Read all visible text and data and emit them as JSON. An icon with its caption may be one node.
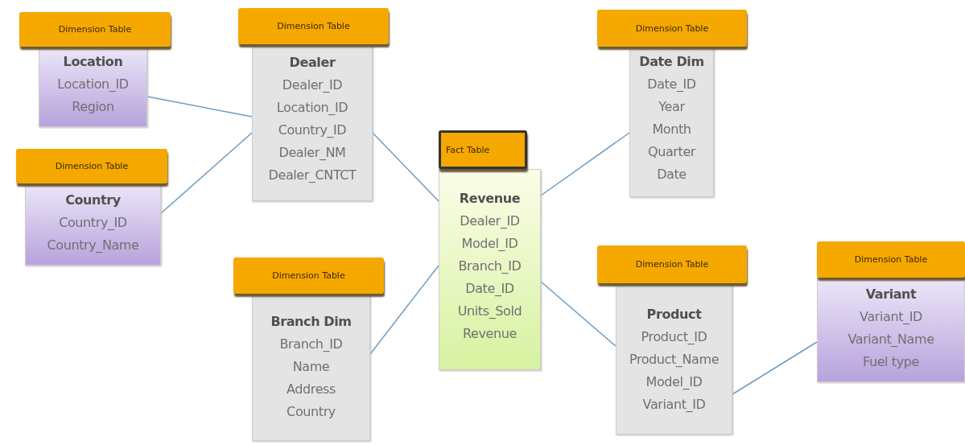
{
  "diagram": {
    "nodes": [
      {
        "text": [
          "Dimension Table",
          "Location",
          "Location_ID",
          "Region"
        ]
      },
      {
        "text": [
          "Dimension Table",
          "Dealer",
          "Dealer_ID",
          "Location_ID",
          "Country_ID",
          "Dealer_NM",
          "Dealer_CNTCT"
        ]
      },
      {
        "text": [
          "Dimension Table",
          "Country",
          "Country_ID",
          "Country_Name"
        ]
      },
      {
        "text": [
          "Fact Table",
          "Revenue",
          "Dealer_ID",
          "Model_ID",
          "Branch_ID",
          "Date_ID",
          "Units_Sold",
          "Revenue"
        ]
      },
      {
        "text": [
          "Dimension Table",
          "Date Dim",
          "Date_ID",
          "Year",
          "Month",
          "Quarter",
          "Date"
        ]
      },
      {
        "text": [
          "Dimension Table",
          "Branch Dim",
          "Branch_ID",
          "Name",
          "Address",
          "Country"
        ]
      },
      {
        "text": [
          "Dimension Table",
          "Product",
          "Product_ID",
          "Product_Name",
          "Model_ID",
          "Variant_ID"
        ]
      },
      {
        "text": [
          "Dimension Table",
          "Variant",
          "Variant_ID",
          "Variant_Name",
          "Fuel type"
        ]
      }
    ],
    "edges": [
      {
        "from": 0,
        "to": 1,
        "arrow": "none"
      },
      {
        "from": 2,
        "to": 1,
        "arrow": "none"
      },
      {
        "from": 1,
        "to": 3,
        "arrow": "none"
      },
      {
        "from": 3,
        "to": 4,
        "arrow": "none"
      },
      {
        "from": 3,
        "to": 5,
        "arrow": "none"
      },
      {
        "from": 3,
        "to": 6,
        "arrow": "none"
      },
      {
        "from": 6,
        "to": 7,
        "arrow": "none"
      }
    ]
  }
}
